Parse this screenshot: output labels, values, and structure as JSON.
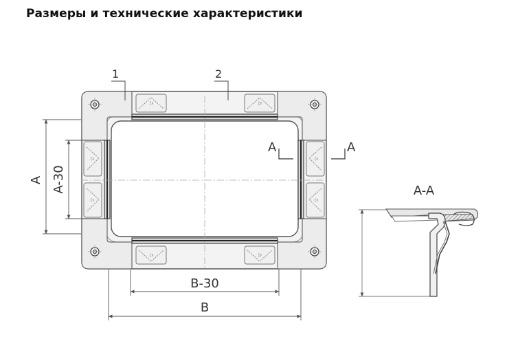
{
  "heading": "Размеры и технические характеристики",
  "diagram": {
    "callouts": {
      "part1": "1",
      "part2": "2"
    },
    "dimensions": {
      "outer_height": "A",
      "inner_height": "A-30",
      "inner_width": "B-30",
      "outer_width": "B"
    },
    "section_marks": {
      "left": "A",
      "right": "A"
    },
    "section_title": "A-A"
  }
}
